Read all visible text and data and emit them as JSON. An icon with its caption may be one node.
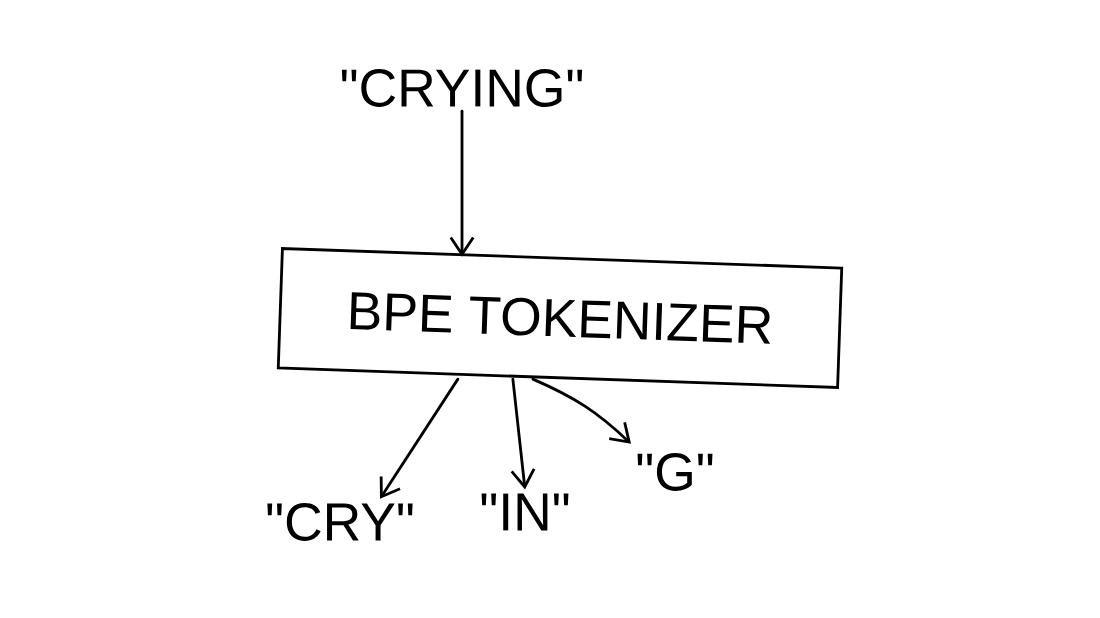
{
  "diagram": {
    "nodes": [
      {
        "text": [
          "\"CRYING\""
        ]
      },
      {
        "text": [
          "BPE TOKENIZER"
        ]
      },
      {
        "text": [
          "\"CRY\""
        ]
      },
      {
        "text": [
          "\"IN\""
        ]
      },
      {
        "text": [
          "\"G\""
        ]
      }
    ],
    "edges": [
      {
        "from": 0,
        "to": 1,
        "arrow": "to"
      },
      {
        "from": 1,
        "to": 2,
        "arrow": "to"
      },
      {
        "from": 1,
        "to": 3,
        "arrow": "to"
      },
      {
        "from": 1,
        "to": 4,
        "arrow": "to"
      }
    ]
  }
}
